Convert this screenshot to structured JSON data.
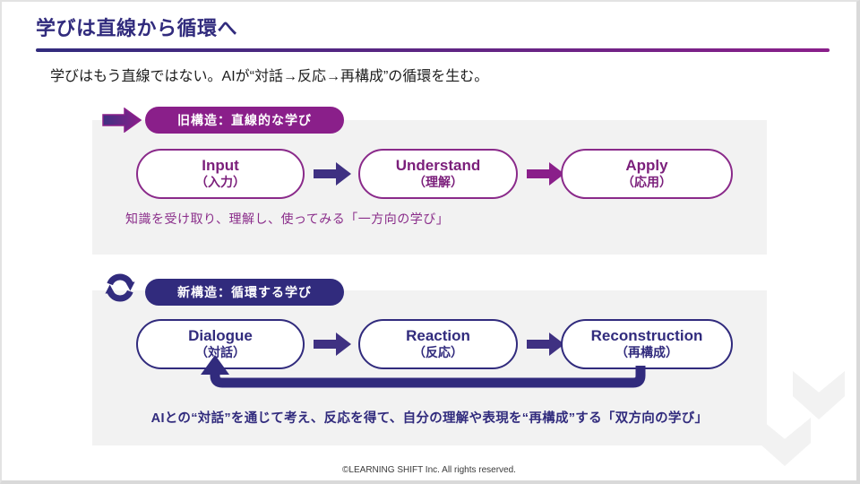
{
  "slide": {
    "title": "学びは直線から循環へ",
    "subtitle": "学びはもう直線ではない。AIが“対話→反応→再構成”の循環を生む。",
    "footer": "©LEARNING SHIFT Inc. All rights reserved."
  },
  "colors": {
    "indigo": "#312b7d",
    "purple": "#8a1f8a",
    "panel_gray": "#f2f2f2",
    "watermark_gray": "#f2f2f2",
    "pill_text_purple": "#7b1f7b",
    "subtitle_text": "#1c1c1c"
  },
  "icons": {
    "section1": "block-arrow-right-icon",
    "section2": "cycle-icon",
    "watermark": "double-chevron-down-icon"
  },
  "sections": [
    {
      "badge": "旧構造：直線的な学び",
      "steps": [
        {
          "en": "Input",
          "ja": "（入力）"
        },
        {
          "en": "Understand",
          "ja": "（理解）"
        },
        {
          "en": "Apply",
          "ja": "（応用）"
        }
      ],
      "caption": "知識を受け取り、理解し、使ってみる「一方向の学び」"
    },
    {
      "badge": "新構造：循環する学び",
      "steps": [
        {
          "en": "Dialogue",
          "ja": "（対話）"
        },
        {
          "en": "Reaction",
          "ja": "（反応）"
        },
        {
          "en": "Reconstruction",
          "ja": "（再構成）"
        }
      ],
      "caption": "AIとの“対話”を通じて考え、反応を得て、自分の理解や表現を“再構成”する「双方向の学び」"
    }
  ]
}
